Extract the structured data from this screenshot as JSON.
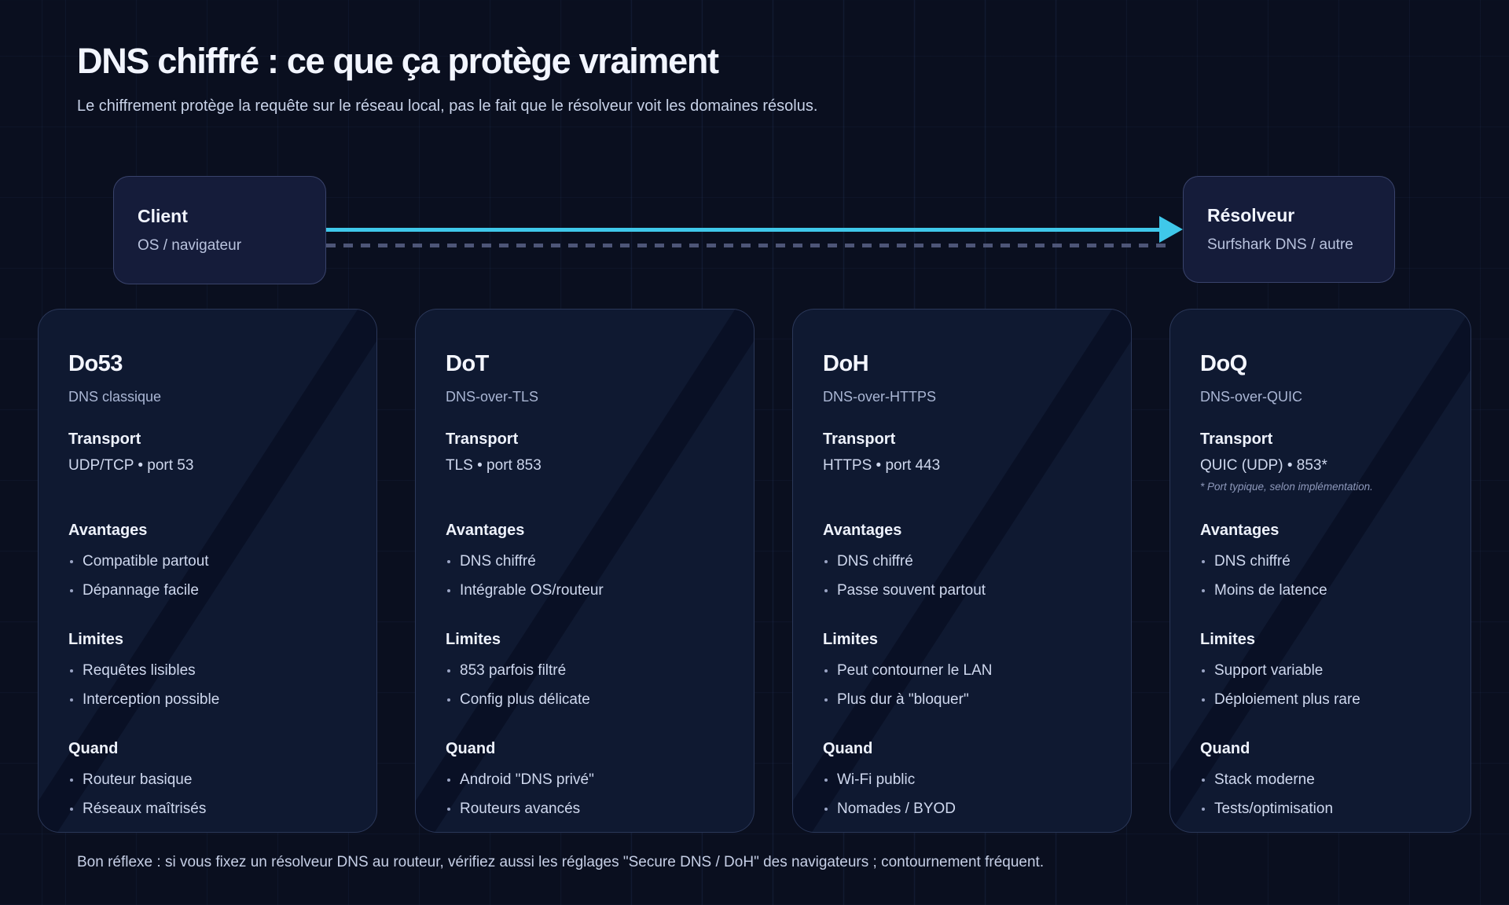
{
  "page": {
    "title": "DNS chiffré : ce que ça protège vraiment",
    "subtitle": "Le chiffrement protège la requête sur le réseau local, pas le fait que le résolveur voit les domaines résolus.",
    "footer": "Bon réflexe : si vous fixez un résolveur DNS au routeur, vérifiez aussi les réglages \"Secure DNS / DoH\" des navigateurs ; contournement fréquent."
  },
  "colors": {
    "accent_cyan": "#3fc8ea",
    "background": "#0a0f1f",
    "card_background": "#0f1931"
  },
  "flow": {
    "client": {
      "title": "Client",
      "subtitle": "OS / navigateur"
    },
    "resolver": {
      "title": "Résolveur",
      "subtitle": "Surfshark DNS / autre"
    }
  },
  "labels": {
    "transport": "Transport",
    "advantages": "Avantages",
    "limits": "Limites",
    "when": "Quand"
  },
  "cards": [
    {
      "title": "Do53",
      "subtitle": "DNS classique",
      "transport": "UDP/TCP • port 53",
      "advantages": [
        "Compatible partout",
        "Dépannage facile"
      ],
      "limits": [
        "Requêtes lisibles",
        "Interception possible"
      ],
      "when": [
        "Routeur basique",
        "Réseaux maîtrisés"
      ]
    },
    {
      "title": "DoT",
      "subtitle": "DNS-over-TLS",
      "transport": "TLS • port 853",
      "advantages": [
        "DNS chiffré",
        "Intégrable OS/routeur"
      ],
      "limits": [
        "853 parfois filtré",
        "Config plus délicate"
      ],
      "when": [
        "Android \"DNS privé\"",
        "Routeurs avancés"
      ]
    },
    {
      "title": "DoH",
      "subtitle": "DNS-over-HTTPS",
      "transport": "HTTPS • port 443",
      "advantages": [
        "DNS chiffré",
        "Passe souvent partout"
      ],
      "limits": [
        "Peut contourner le LAN",
        "Plus dur à \"bloquer\""
      ],
      "when": [
        "Wi-Fi public",
        "Nomades / BYOD"
      ]
    },
    {
      "title": "DoQ",
      "subtitle": "DNS-over-QUIC",
      "transport": "QUIC (UDP) • 853*",
      "transport_footnote": "* Port typique, selon implémentation.",
      "advantages": [
        "DNS chiffré",
        "Moins de latence"
      ],
      "limits": [
        "Support variable",
        "Déploiement plus rare"
      ],
      "when": [
        "Stack moderne",
        "Tests/optimisation"
      ]
    }
  ]
}
